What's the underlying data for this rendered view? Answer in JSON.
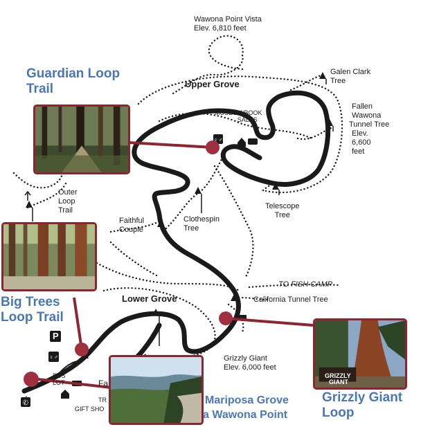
{
  "labels": {
    "wawona_vista_1": "Wawona Point Vista",
    "wawona_vista_2": "Elev. 6,810 feet",
    "upper_grove": "Upper Grove",
    "galen_clark_1": "Galen Clark",
    "galen_clark_2": "Tree",
    "museum_1": "MUSEUM/BOOK",
    "museum_2": "SALES",
    "fallen_1": "Fallen",
    "fallen_2": "Wawona",
    "fallen_3": "Tunnel Tree",
    "fallen_4": "Elev.",
    "fallen_5": "6,600",
    "fallen_6": "feet",
    "telescope_1": "Telescope",
    "telescope_2": "Tree",
    "outer_loop_1": "Outer",
    "outer_loop_2": "Loop",
    "outer_loop_3": "Trail",
    "faithful_1": "Faithful",
    "faithful_2": "Couple",
    "clothespin_1": "Clothespin",
    "clothespin_2": "Tree",
    "fish_camp": "TO FISH CAMP",
    "lower_grove": "Lower Grove",
    "california_tunnel": "California Tunnel Tree",
    "grizzly_1": "Grizzly Giant",
    "grizzly_2": "Elev. 6,000 feet",
    "parking": "P",
    "bus_1": "BUS",
    "bus_2": "LOT",
    "fa": "Fa",
    "tr": "TR",
    "gift_shop": "GIFT SHO",
    "grizzly_sign_1": "GRIZZLY",
    "grizzly_sign_2": "GIANT"
  },
  "callouts": {
    "guardian_1": "Guardian Loop",
    "guardian_2": "Trail",
    "bigtrees_1": "Big Trees",
    "bigtrees_2": "Loop Trail",
    "grizzly_1": "Grizzly Giant",
    "grizzly_2": "Loop",
    "mariposa_1": "Mariposa Grove",
    "mariposa_2": "a Wawona Point"
  },
  "colors": {
    "road": "#1a1a1a",
    "trail": "#1a1a1a",
    "callout_red": "#8e2430",
    "callout_text": "#4a77b8"
  },
  "icons": [
    "tree-marker-icon",
    "restroom-icon",
    "museum-icon",
    "shuttle-icon",
    "parking-icon",
    "phone-icon",
    "bus-stop-icon"
  ]
}
